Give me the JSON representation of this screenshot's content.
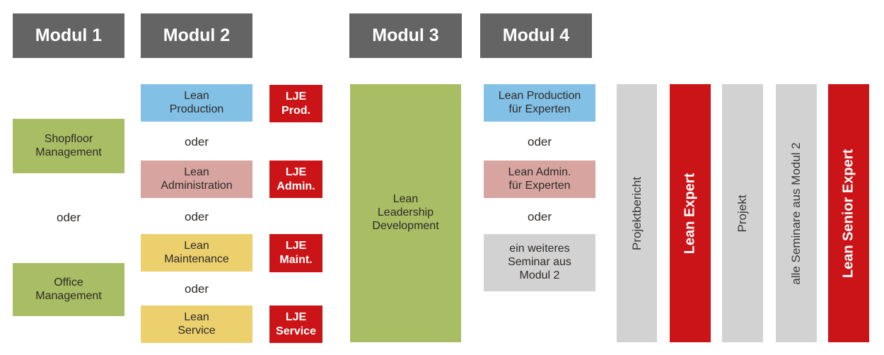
{
  "headers": [
    "Modul 1",
    "Modul 2",
    "Modul 3",
    "Modul 4"
  ],
  "labels": {
    "oder": "oder"
  },
  "module1": {
    "shopfloor": "Shopfloor\nManagement",
    "office": "Office\nManagement"
  },
  "module2": {
    "production": "Lean\nProduction",
    "administration": "Lean\nAdministration",
    "maintenance": "Lean\nMaintenance",
    "service": "Lean\nService"
  },
  "lje": {
    "prod": "LJE\nProd.",
    "admin": "LJE\nAdmin.",
    "maint": "LJE\nMaint.",
    "service": "LJE\nService"
  },
  "module3": {
    "leadership": "Lean\nLeadership\nDevelopment"
  },
  "module4": {
    "production_experts": "Lean Production\nfür Experten",
    "admin_experts": "Lean Admin.\nfür Experten",
    "seminar": "ein weiteres\nSeminar aus\nModul 2"
  },
  "milestones": {
    "projektbericht": "Projektbericht",
    "lean_expert": "Lean Expert",
    "projekt": "Projekt",
    "alle_seminare": "alle Seminare aus Modul 2",
    "lean_senior_expert": "Lean Senior Expert"
  },
  "colors": {
    "gray_header": "#656464",
    "green": "#a8bd64",
    "blue": "#82c0e6",
    "rose": "#d7a4a0",
    "yellow": "#ecd06d",
    "red": "#cb1417",
    "light_gray": "#d3d2d2"
  }
}
